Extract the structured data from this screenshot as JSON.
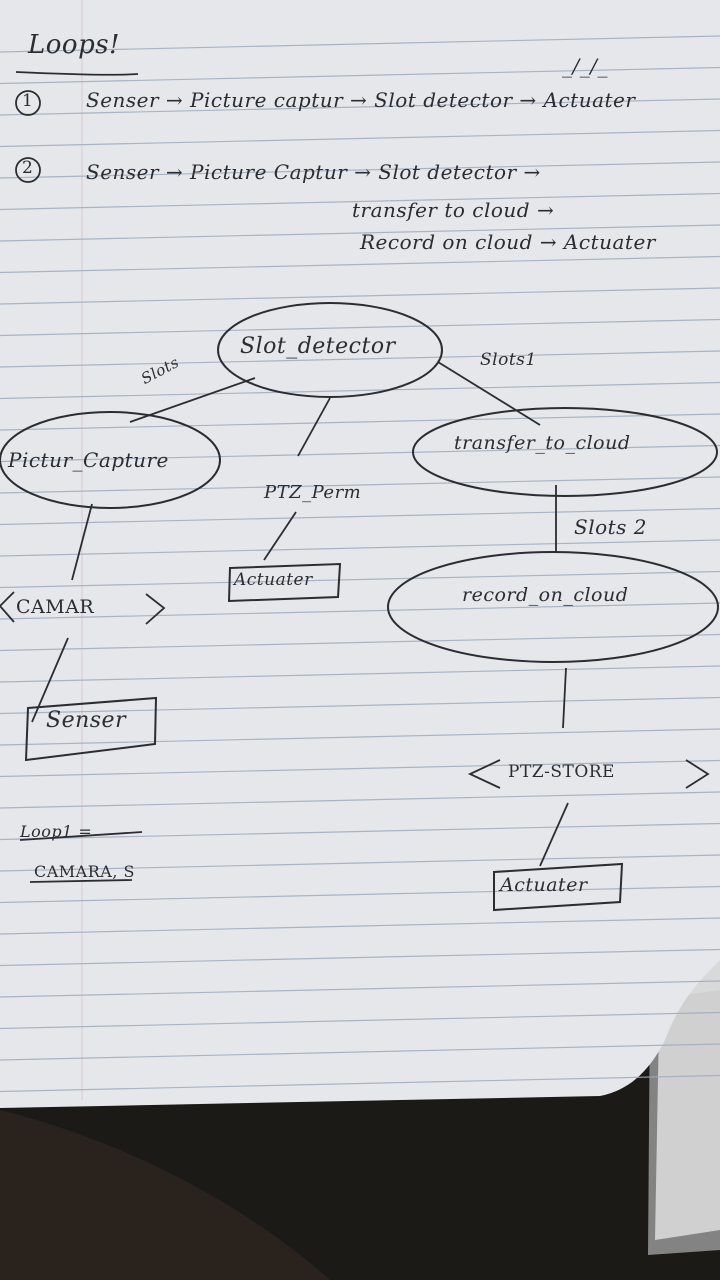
{
  "title": "Loops!",
  "loops": [
    {
      "number": "1",
      "line1": "Senser → Picture captur → Slot detector → Actuater",
      "line2": "",
      "line3": ""
    },
    {
      "number": "2",
      "line1": "Senser → Picture Captur → Slot detector →",
      "line2": "transfer to cloud →",
      "line3": "Record on cloud → Actuater"
    }
  ],
  "top_right_marks": "_/_/_",
  "diagram": {
    "nodes": {
      "slot_detector": "Slot_detector",
      "picture_capture": "Pictur_Capture",
      "transfer_to_cloud": "transfer_to_cloud",
      "record_on_cloud": "record_on_cloud",
      "camera": "CAMAR",
      "senser": "Senser",
      "ptz_perm": "PTZ_Perm",
      "actuater_1": "Actuater",
      "ptz_store": "PTZ-STORE",
      "actuater_2": "Actuater"
    },
    "edge_labels": {
      "slots": "Slots",
      "slots1": "Slots1",
      "slots2": "Slots 2"
    }
  },
  "notes": {
    "struck": "Loop1 =",
    "camera_line": "CAMARA, S"
  },
  "colors": {
    "paper": "#e6e7ea",
    "rule_line": "#9eabc0",
    "ink": "#2c2c33",
    "background": "#1b1a17"
  }
}
